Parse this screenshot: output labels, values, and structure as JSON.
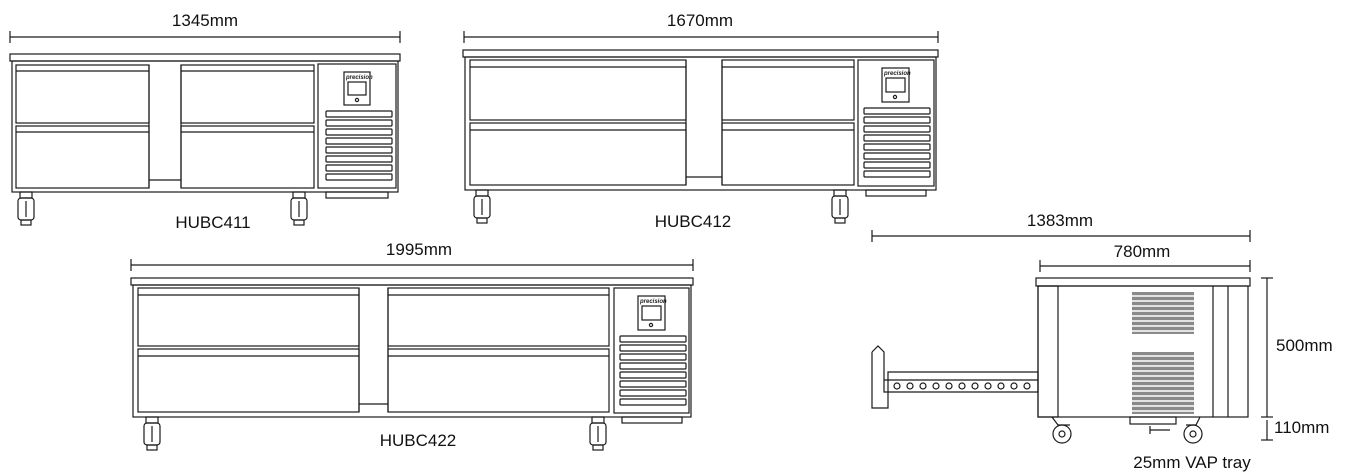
{
  "diagram": {
    "units_1": {
      "width": "1345mm",
      "model": "HUBC411"
    },
    "units_2": {
      "width": "1670mm",
      "model": "HUBC412"
    },
    "units_3": {
      "width": "1995mm",
      "model": "HUBC422"
    },
    "side_view": {
      "total_depth": "1383mm",
      "body_depth": "780mm",
      "height": "500mm",
      "leg_height": "110mm",
      "tray_note": "25mm VAP tray"
    },
    "brand_text": "precision",
    "stroke_color": "#1a1a1a"
  }
}
